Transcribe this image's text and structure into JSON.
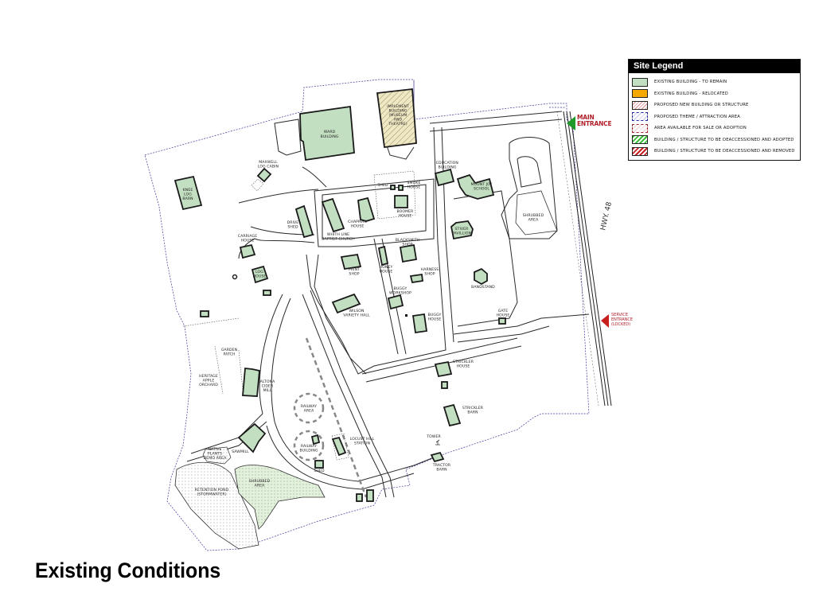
{
  "page": {
    "title": "Existing Conditions"
  },
  "legend": {
    "title": "Site Legend",
    "items": [
      {
        "label": "EXISTING BUILDING - TO REMAIN",
        "swatch": "remain",
        "color": "#c3dfc1"
      },
      {
        "label": "EXISTING BUILDING - RELOCATED",
        "swatch": "relocated",
        "color": "#f5a800"
      },
      {
        "label": "PROPOSED NEW BUILDING OR STRUCTURE",
        "swatch": "new",
        "color": "#d98a8a"
      },
      {
        "label": "PROPOSED THEME / ATTRACTION AREA",
        "swatch": "theme",
        "color": "#2a2aa0"
      },
      {
        "label": "AREA AVAILABLE FOR SALE OR ADOPTION",
        "swatch": "sale",
        "color": "#a02a2a"
      },
      {
        "label": "BUILDING / STRUCTURE TO BE DEACCESSIONED AND ADOPTED",
        "swatch": "adopted",
        "color": "#3cbd3c"
      },
      {
        "label": "BUILDING / STRUCTURE TO BE DEACCESSIONED AND REMOVED",
        "swatch": "removed",
        "color": "#c82020"
      }
    ]
  },
  "entrances": {
    "main": {
      "line1": "MAIN",
      "line2": "ENTRANCE",
      "arrow_color": "#1f9a2a"
    },
    "service": {
      "line1": "SERVICE",
      "line2": "ENTRANCE",
      "line3": "(LOCKED)",
      "arrow_color": "#c81e1e"
    }
  },
  "highway": {
    "label": "HWY. 48"
  },
  "map": {
    "labels": {
      "ward": [
        "WARD",
        "BUILDING"
      ],
      "implement": [
        "IMPLEMENT",
        "BUILDING",
        "(MUSEUM",
        "AND",
        "THEATRE)"
      ],
      "maxwell": [
        "MAXWELL",
        "LOG CABIN"
      ],
      "knee": [
        "KNEE",
        "LOG",
        "BARN"
      ],
      "drive_shed": [
        "DRIVE",
        "SHED"
      ],
      "carriage": [
        "CARRIAGE",
        "HOUSE"
      ],
      "education": [
        "EDUCATION",
        "BUILDING"
      ],
      "mount_joy": [
        "MOUNT JOY",
        "SCHOOL"
      ],
      "shed1": [
        "SHED"
      ],
      "smoke": [
        "SMOKE",
        "HOUSE"
      ],
      "chapman": [
        "CHAPMAN",
        "HOUSE"
      ],
      "boomer": [
        "BOOMER",
        "HOUSE"
      ],
      "church": [
        "WHITH LINE",
        "BAPTIST CHURCH"
      ],
      "shrubbed1": [
        "SHRUBBED",
        "AREA"
      ],
      "stiver": [
        "STIVER",
        "PAVILLION"
      ],
      "print": [
        "PRINT",
        "SHOP"
      ],
      "blacksmith": [
        "BLACKSMITH",
        "SHOP"
      ],
      "honey": [
        "HONEY",
        "HOUSE"
      ],
      "harness": [
        "HARNESS",
        "SHOP"
      ],
      "log_house": [
        "LOG",
        "HOUSE"
      ],
      "buggy_works": [
        "BUGGY",
        "WORKSHOP"
      ],
      "buggy_house": [
        "BUGGY",
        "HOUSE"
      ],
      "bandstand": [
        "BANDSTAND"
      ],
      "gate": [
        "GATE",
        "HOUSE"
      ],
      "wilson": [
        "WILSON",
        "VARIETY HALL"
      ],
      "garden": [
        "GARDEN",
        "PATCH"
      ],
      "orchard": [
        "HERITAGE",
        "APPLE",
        "ORCHARD"
      ],
      "cider": [
        "ALTONA",
        "CIDER",
        "MILL"
      ],
      "railway_area": [
        "RAILWAY",
        "AREA"
      ],
      "railway_bldg": [
        "RAILWAY",
        "BUILDING"
      ],
      "locust": [
        "LOCUST HILL",
        "STATION"
      ],
      "shed2": [
        "SHED"
      ],
      "stickler_house": [
        "STRICKLER",
        "HOUSE"
      ],
      "stickler_barn": [
        "STRICKLER",
        "BARN"
      ],
      "tower": [
        "TOWER"
      ],
      "tractor": [
        "TRACTOR",
        "BARN"
      ],
      "sawmill": [
        "SAWMILL"
      ],
      "native": [
        "NATIVE",
        "PLANTS",
        "DEMO AREA"
      ],
      "retention": [
        "RETENTION POND",
        "(STORMWATER)"
      ],
      "shrubbed2": [
        "SHRUBBED",
        "AREA"
      ]
    }
  }
}
